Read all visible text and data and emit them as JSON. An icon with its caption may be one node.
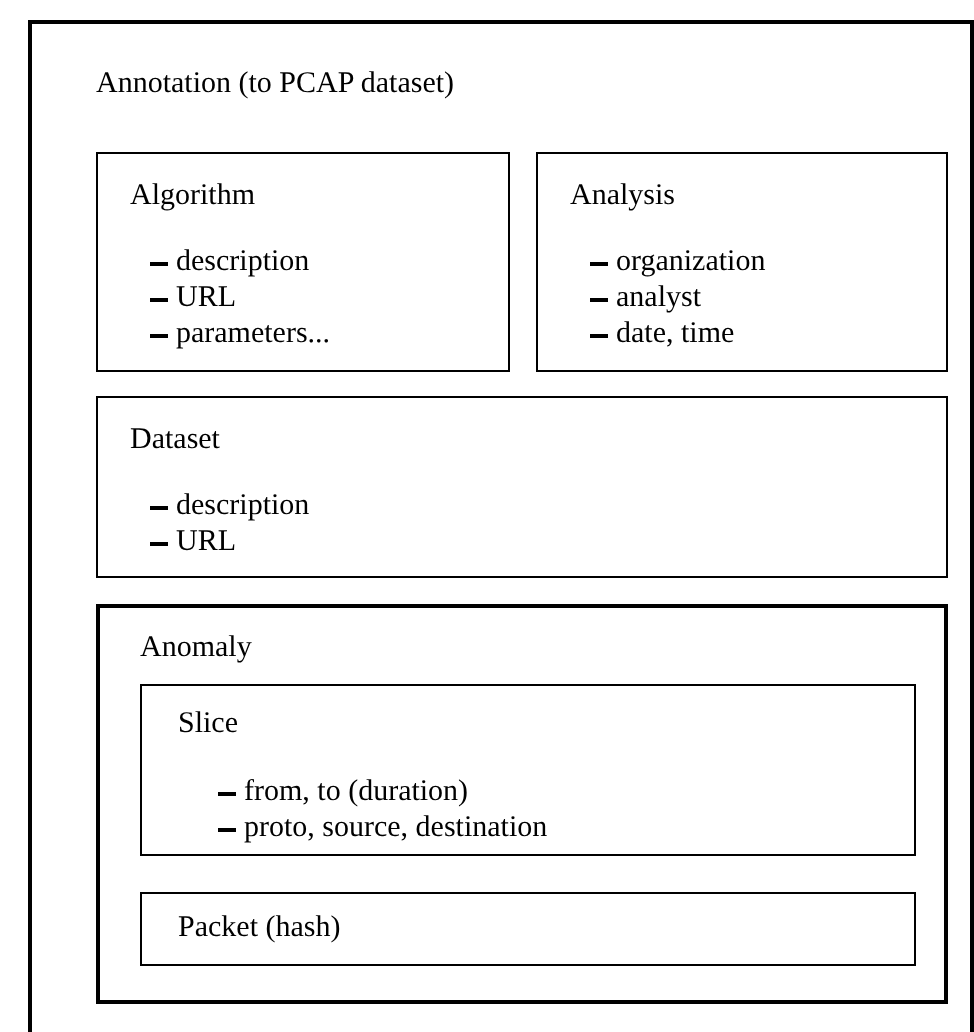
{
  "diagram": {
    "nodes": [
      {
        "text": [
          "Annotation (to PCAP dataset)"
        ]
      },
      {
        "text": [
          "Algorithm",
          "description",
          "URL",
          "parameters..."
        ],
        "in": 0
      },
      {
        "text": [
          "Analysis",
          "organization",
          "analyst",
          "date, time"
        ],
        "in": 0
      },
      {
        "text": [
          "Dataset",
          "description",
          "URL"
        ],
        "in": 0
      },
      {
        "text": [
          "Anomaly"
        ],
        "in": 0
      },
      {
        "text": [
          "Slice",
          "from, to (duration)",
          "proto, source, destination"
        ],
        "in": 4
      },
      {
        "text": [
          "Packet (hash)"
        ],
        "in": 4
      }
    ]
  }
}
